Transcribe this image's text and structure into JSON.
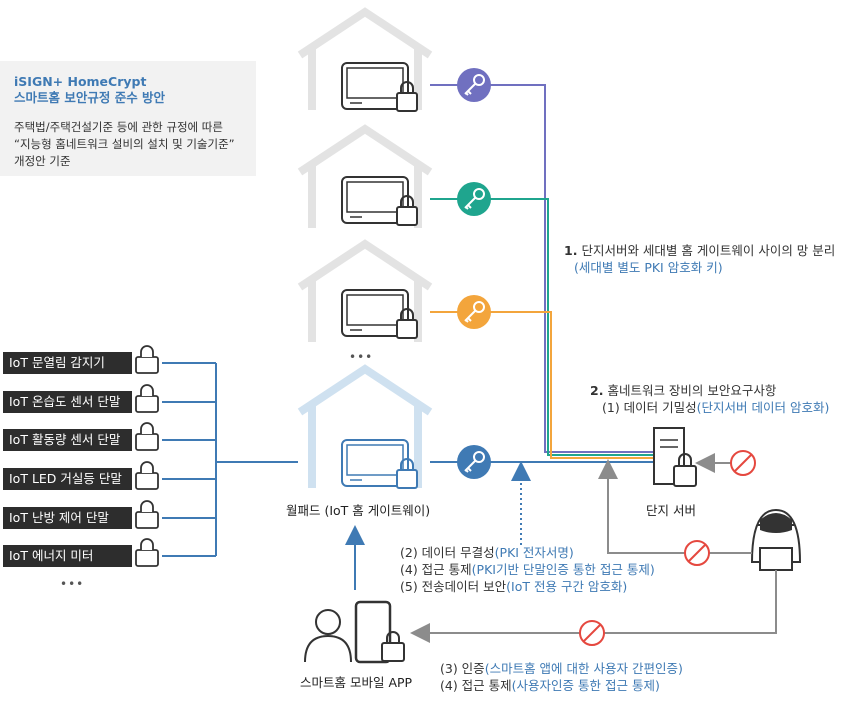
{
  "info": {
    "title_line1": "iSIGN+ HomeCrypt",
    "title_line2": "스마트홈 보안규정 준수 방안",
    "body_line1": "주택법/주택건설기준 등에 관한 규정에 따른",
    "body_line2": "“지능형 홈네트워크 설비의 설치 및 기술기준”",
    "body_line3": "개정안 기준"
  },
  "devices": [
    "IoT 문열림 감지기",
    "IoT 온습도 센서 단말",
    "IoT 활동량 센서 단말",
    "IoT LED 거실등 단말",
    "IoT 난방 제어 단말",
    "IoT 에너지 미터"
  ],
  "devices_more": "•••",
  "houses_more": "•••",
  "wallpad_label": "월패드 (IoT 홈 게이트웨이)",
  "server_label": "단지 서버",
  "app_label": "스마트홈 모바일 APP",
  "req1": {
    "num": "1.",
    "text": "단지서버와 세대별 홈 게이트웨이 사이의 망 분리",
    "sub": "(세대별 별도 PKI 암호화 키)"
  },
  "req2": {
    "num": "2.",
    "text": "홈네트워크 장비의 보안요구사항",
    "sub_prefix": "(1) 데이터 기밀성",
    "sub_blue": "(단지서버 데이터 암호화)"
  },
  "mid": {
    "l1_prefix": "(2) 데이터 무결성",
    "l1_blue": "(PKI 전자서명)",
    "l2_prefix": "(4) 접근 통제",
    "l2_blue": "(PKI기반 단말인증 통한 접근 통제)",
    "l3_prefix": "(5) 전송데이터 보안",
    "l3_blue": "(IoT 전용 구간 암호화)"
  },
  "bottom": {
    "l1_prefix": "(3) 인증",
    "l1_blue": "(스마트홈 앱에 대한 사용자 간편인증)",
    "l2_prefix": "(4) 접근 통제",
    "l2_blue": "(사용자인증 통한 접근 통제)"
  },
  "colors": {
    "key1": "#7070c0",
    "key2": "#1fa58e",
    "key3": "#f3a53c",
    "key4": "#3f7ab4",
    "blue_text": "#3f7ab4",
    "block": "#e5483f",
    "gray_line": "#8c8c8c",
    "house_outline": "#e3e3e3",
    "house_light_blue": "#cfe1f0"
  },
  "icons": [
    "house-icon",
    "monitor-icon",
    "lock-icon",
    "key-icon",
    "server-icon",
    "hacker-icon",
    "block-icon",
    "user-icon",
    "phone-icon"
  ]
}
